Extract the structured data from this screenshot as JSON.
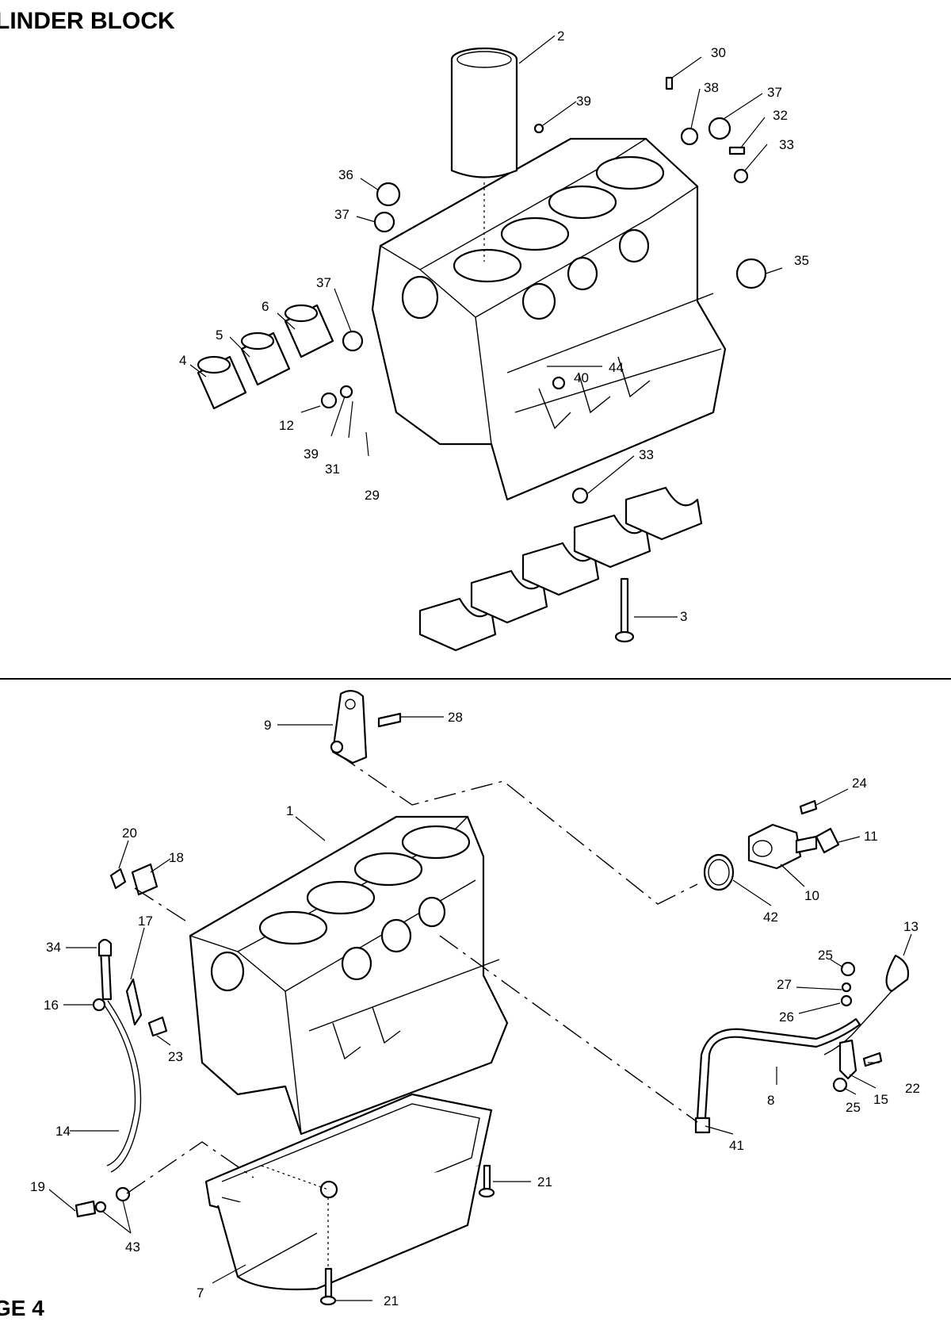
{
  "header": {
    "title": "LINDER BLOCK"
  },
  "footer": {
    "label": "GE 4"
  },
  "callouts": {
    "top": [
      "2",
      "30",
      "39",
      "38",
      "37",
      "32",
      "33",
      "36",
      "37",
      "35",
      "37",
      "6",
      "5",
      "4",
      "44",
      "40",
      "12",
      "39",
      "31",
      "29",
      "33",
      "3"
    ],
    "bottom": [
      "9",
      "28",
      "1",
      "20",
      "18",
      "24",
      "11",
      "10",
      "42",
      "13",
      "34",
      "17",
      "16",
      "23",
      "25",
      "27",
      "26",
      "22",
      "25",
      "15",
      "8",
      "14",
      "41",
      "19",
      "43",
      "21",
      "7",
      "21"
    ]
  }
}
